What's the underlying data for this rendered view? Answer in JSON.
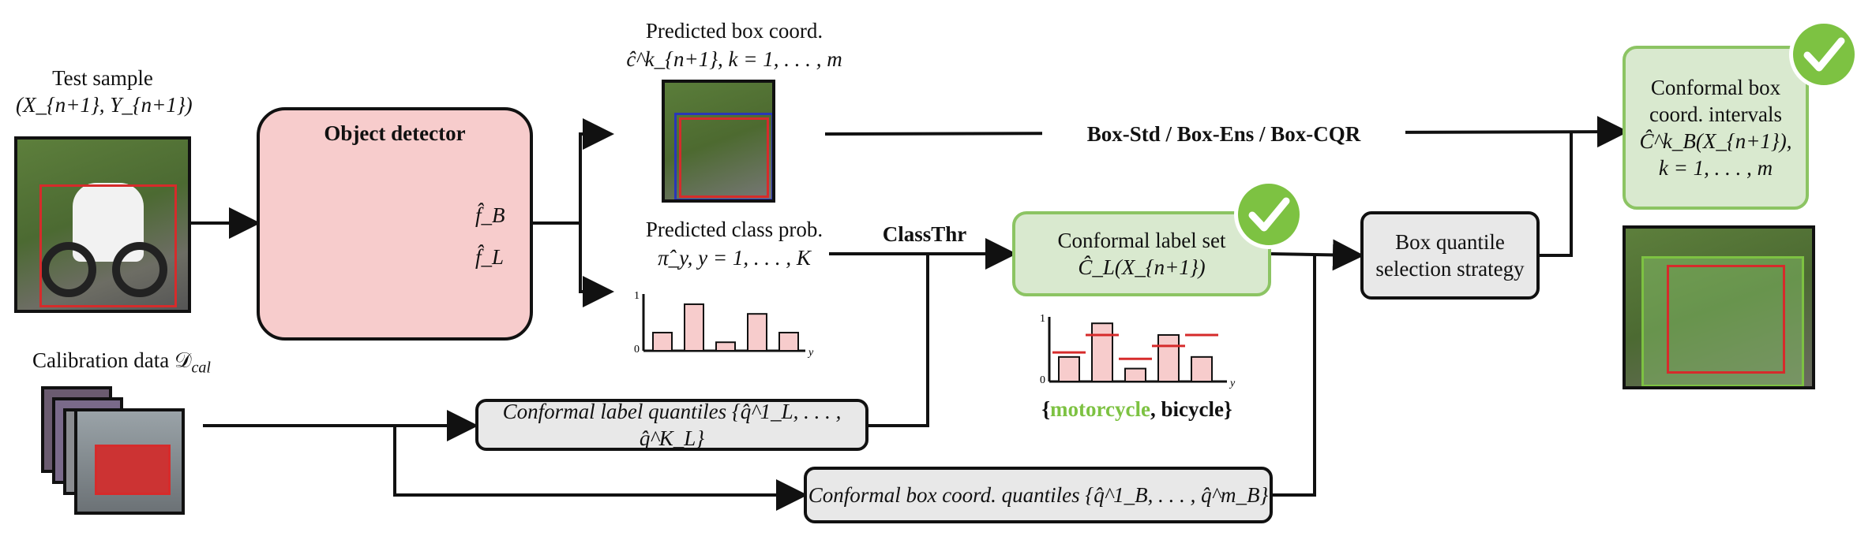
{
  "colors": {
    "pink_fill": "#f7cccc",
    "green_fill": "#d9e9cf",
    "green_border": "#8cc463",
    "gray_fill": "#e8e8e8",
    "check_green": "#7dc242",
    "box_red": "#d62b2b",
    "box_blue": "#2a36b8"
  },
  "test_sample": {
    "title": "Test sample",
    "sub": "(X_{n+1}, Y_{n+1})"
  },
  "calibration": {
    "title": "Calibration data 𝒟",
    "sub": "cal"
  },
  "detector": {
    "title": "Object detector",
    "head_box": "f̂_B",
    "head_label": "f̂_L"
  },
  "pred_box": {
    "title": "Predicted box coord.",
    "sub": "ĉ^k_{n+1}, k = 1, . . . , m"
  },
  "pred_class": {
    "title": "Predicted class prob.",
    "sub": "π̂_y, y = 1, . . . , K"
  },
  "methods_label": "Box-Std / Box-Ens / Box-CQR",
  "classthr_label": "ClassThr",
  "conformal_label_set": {
    "title": "Conformal label set",
    "sub": "Ĉ_L(X_{n+1})"
  },
  "label_set_output": {
    "open": "{",
    "first": "motorcycle",
    "rest": ", bicycle}"
  },
  "box_quantile": {
    "line1": "Box quantile",
    "line2": "selection strategy"
  },
  "conformal_box": {
    "line1": "Conformal box",
    "line2": "coord. intervals",
    "line3": "Ĉ^k_B(X_{n+1}),",
    "line4": "k = 1, . . . , m"
  },
  "label_quantiles": "Conformal label quantiles {q̂^1_L, . . . , q̂^K_L}",
  "box_quantiles": "Conformal box coord. quantiles {q̂^1_B, . . . , q̂^m_B}",
  "hist1": {
    "y_top": "1",
    "y_zero": "0",
    "x_label": "y",
    "values": [
      0.32,
      0.82,
      0.15,
      0.65,
      0.32
    ]
  },
  "hist2": {
    "y_top": "1",
    "y_zero": "0",
    "x_label": "y",
    "values": [
      0.38,
      0.9,
      0.2,
      0.72,
      0.38
    ],
    "thresholds": [
      0.45,
      0.72,
      0.35,
      0.55,
      0.72
    ]
  }
}
